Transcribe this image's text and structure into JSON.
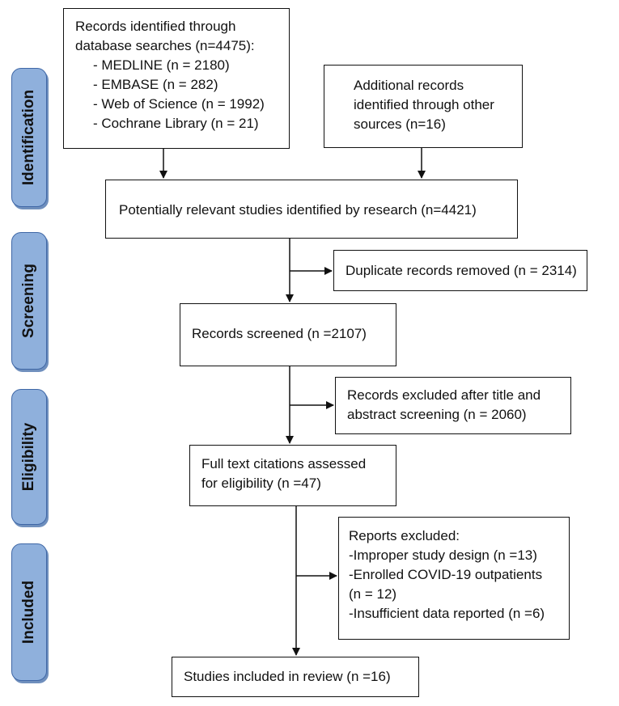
{
  "stages": {
    "identification": "Identification",
    "screening": "Screening",
    "eligibility": "Eligibility",
    "included": "Included"
  },
  "boxes": {
    "database_searches": {
      "lines": [
        "Records identified through",
        "database searches (n=4475):",
        "- MEDLINE (n = 2180)",
        "- EMBASE (n = 282)",
        "- Web of Science (n = 1992)",
        "- Cochrane Library (n = 21)"
      ]
    },
    "other_sources": {
      "lines": [
        "Additional records",
        "identified through other",
        "sources (n=16)"
      ]
    },
    "potentially_relevant": {
      "lines": [
        "Potentially relevant studies identified by research (n=4421)"
      ]
    },
    "duplicates_removed": {
      "lines": [
        "Duplicate records removed (n = 2314)"
      ]
    },
    "records_screened": {
      "lines": [
        "Records screened (n =2107)"
      ]
    },
    "records_excluded": {
      "lines": [
        "Records excluded after title and",
        "abstract screening (n = 2060)"
      ]
    },
    "full_text": {
      "lines": [
        "Full text citations assessed",
        "for eligibility (n =47)"
      ]
    },
    "reports_excluded": {
      "lines": [
        "Reports excluded:",
        "-Improper study design (n =13)",
        "-Enrolled COVID-19 outpatients",
        "(n = 12)",
        "-Insufficient data reported (n =6)"
      ]
    },
    "studies_included": {
      "lines": [
        "Studies included in review (n =16)"
      ]
    }
  }
}
